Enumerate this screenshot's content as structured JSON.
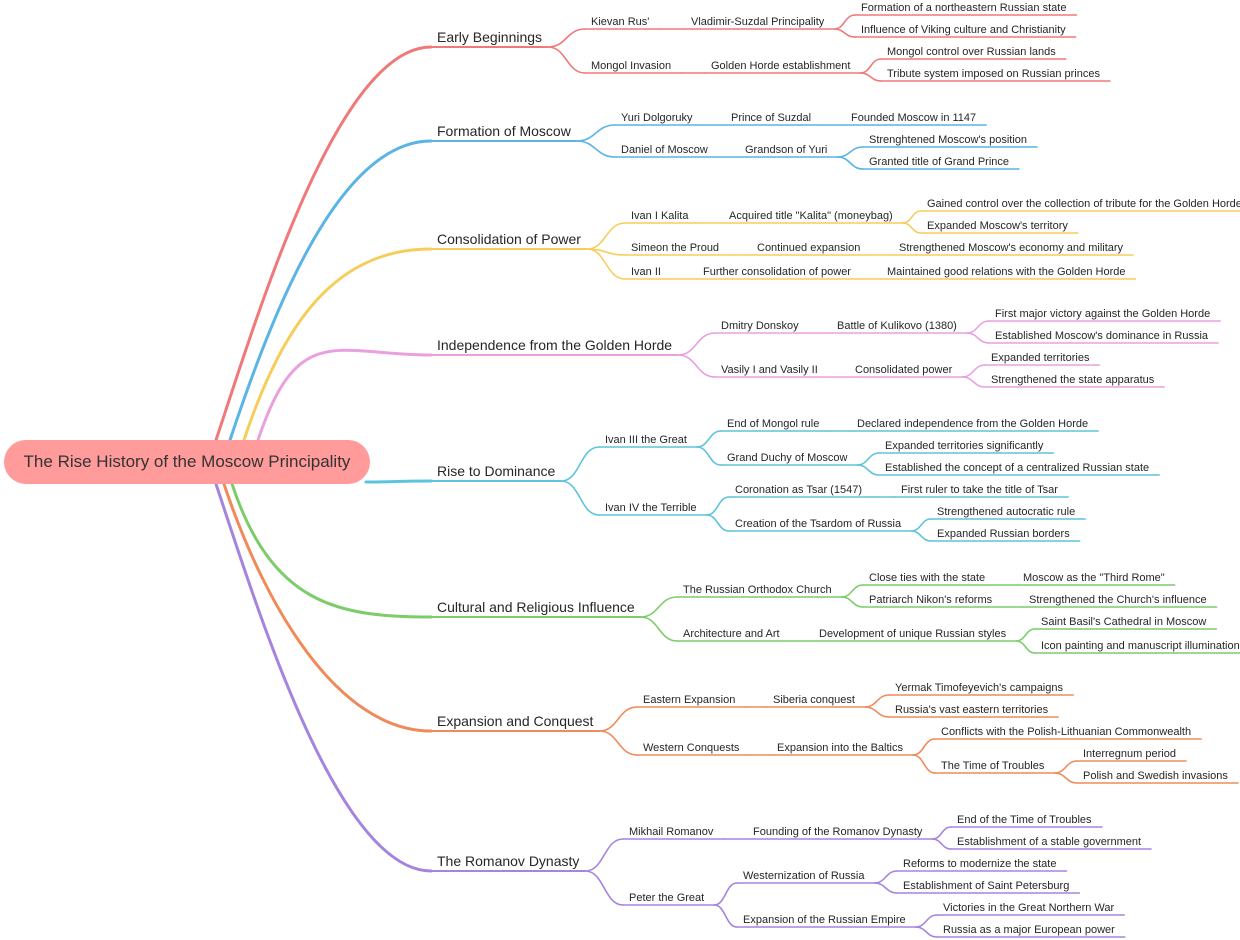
{
  "root": {
    "label": "The Rise History of the Moscow Principality",
    "color": "#ff9b9b"
  },
  "branches": [
    {
      "label": "Early Beginnings",
      "color": "#f07878",
      "children": [
        {
          "label": "Kievan Rus'",
          "children": [
            {
              "label": "Vladimir-Suzdal Principality",
              "children": [
                {
                  "label": "Formation of a northeastern Russian state"
                },
                {
                  "label": "Influence of Viking culture and Christianity"
                }
              ]
            }
          ]
        },
        {
          "label": "Mongol Invasion",
          "children": [
            {
              "label": "Golden Horde establishment",
              "children": [
                {
                  "label": "Mongol control over Russian lands"
                },
                {
                  "label": "Tribute system imposed on Russian princes"
                }
              ]
            }
          ]
        }
      ]
    },
    {
      "label": "Formation of Moscow",
      "color": "#5ab4e5",
      "children": [
        {
          "label": "Yuri Dolgoruky",
          "children": [
            {
              "label": "Prince of Suzdal",
              "children": [
                {
                  "label": "Founded Moscow in 1147"
                }
              ]
            }
          ]
        },
        {
          "label": "Daniel of Moscow",
          "children": [
            {
              "label": "Grandson of Yuri",
              "children": [
                {
                  "label": "Strenghtened Moscow's position"
                },
                {
                  "label": "Granted title of Grand Prince"
                }
              ]
            }
          ]
        }
      ]
    },
    {
      "label": "Consolidation of Power",
      "color": "#f7cd5a",
      "children": [
        {
          "label": "Ivan I Kalita",
          "children": [
            {
              "label": "Acquired title \"Kalita\" (moneybag)",
              "children": [
                {
                  "label": "Gained control over the collection of tribute for the Golden Horde"
                },
                {
                  "label": "Expanded Moscow's territory"
                }
              ]
            }
          ]
        },
        {
          "label": "Simeon the Proud",
          "children": [
            {
              "label": "Continued expansion",
              "children": [
                {
                  "label": "Strengthened Moscow's economy and military"
                }
              ]
            }
          ]
        },
        {
          "label": "Ivan II",
          "children": [
            {
              "label": "Further consolidation of power",
              "children": [
                {
                  "label": "Maintained good relations with the Golden Horde"
                }
              ]
            }
          ]
        }
      ]
    },
    {
      "label": "Independence from the Golden Horde",
      "color": "#eaa0de",
      "children": [
        {
          "label": "Dmitry Donskoy",
          "children": [
            {
              "label": "Battle of Kulikovo (1380)",
              "children": [
                {
                  "label": "First major victory against the Golden Horde"
                },
                {
                  "label": "Established Moscow's dominance in Russia"
                }
              ]
            }
          ]
        },
        {
          "label": "Vasily I and Vasily II",
          "children": [
            {
              "label": "Consolidated power",
              "children": [
                {
                  "label": "Expanded territories"
                },
                {
                  "label": "Strengthened the state apparatus"
                }
              ]
            }
          ]
        }
      ]
    },
    {
      "label": "Rise to Dominance",
      "color": "#5cc4dc",
      "children": [
        {
          "label": "Ivan III the Great",
          "children": [
            {
              "label": "End of Mongol rule",
              "children": [
                {
                  "label": "Declared independence from the Golden Horde"
                }
              ]
            },
            {
              "label": "Grand Duchy of Moscow",
              "children": [
                {
                  "label": "Expanded territories significantly"
                },
                {
                  "label": "Established the concept of a centralized Russian state"
                }
              ]
            }
          ]
        },
        {
          "label": "Ivan IV the Terrible",
          "children": [
            {
              "label": "Coronation as Tsar (1547)",
              "children": [
                {
                  "label": "First ruler to take the title of Tsar"
                }
              ]
            },
            {
              "label": "Creation of the Tsardom of Russia",
              "children": [
                {
                  "label": "Strengthened autocratic rule"
                },
                {
                  "label": "Expanded Russian borders"
                }
              ]
            }
          ]
        }
      ]
    },
    {
      "label": "Cultural and Religious Influence",
      "color": "#7ccc6a",
      "children": [
        {
          "label": "The Russian Orthodox Church",
          "children": [
            {
              "label": "Close ties with the state",
              "children": [
                {
                  "label": "Moscow as the \"Third Rome\""
                }
              ]
            },
            {
              "label": "Patriarch Nikon's reforms",
              "children": [
                {
                  "label": "Strengthened the Church's influence"
                }
              ]
            }
          ]
        },
        {
          "label": "Architecture and Art",
          "children": [
            {
              "label": "Development of unique Russian styles",
              "children": [
                {
                  "label": "Saint Basil's Cathedral in Moscow"
                },
                {
                  "label": "Icon painting and manuscript illumination"
                }
              ]
            }
          ]
        }
      ]
    },
    {
      "label": "Expansion and Conquest",
      "color": "#f08a5a",
      "children": [
        {
          "label": "Eastern Expansion",
          "children": [
            {
              "label": "Siberia conquest",
              "children": [
                {
                  "label": "Yermak Timofeyevich's campaigns"
                },
                {
                  "label": "Russia's vast eastern territories"
                }
              ]
            }
          ]
        },
        {
          "label": "Western Conquests",
          "children": [
            {
              "label": "Expansion into the Baltics",
              "children": [
                {
                  "label": "Conflicts with the Polish-Lithuanian Commonwealth"
                },
                {
                  "label": "The Time of Troubles",
                  "children": [
                    {
                      "label": "Interregnum period"
                    },
                    {
                      "label": "Polish and Swedish invasions"
                    }
                  ]
                }
              ]
            }
          ]
        }
      ]
    },
    {
      "label": "The Romanov Dynasty",
      "color": "#a584de",
      "children": [
        {
          "label": "Mikhail Romanov",
          "children": [
            {
              "label": "Founding of the Romanov Dynasty",
              "children": [
                {
                  "label": "End of the Time of Troubles"
                },
                {
                  "label": "Establishment of a stable government"
                }
              ]
            }
          ]
        },
        {
          "label": "Peter the Great",
          "children": [
            {
              "label": "Westernization of Russia",
              "children": [
                {
                  "label": "Reforms to modernize the state"
                },
                {
                  "label": "Establishment of Saint Petersburg"
                }
              ]
            },
            {
              "label": "Expansion of the Russian Empire",
              "children": [
                {
                  "label": "Victories in the Great Northern War"
                },
                {
                  "label": "Russia as a major European power"
                }
              ]
            }
          ]
        }
      ]
    }
  ]
}
